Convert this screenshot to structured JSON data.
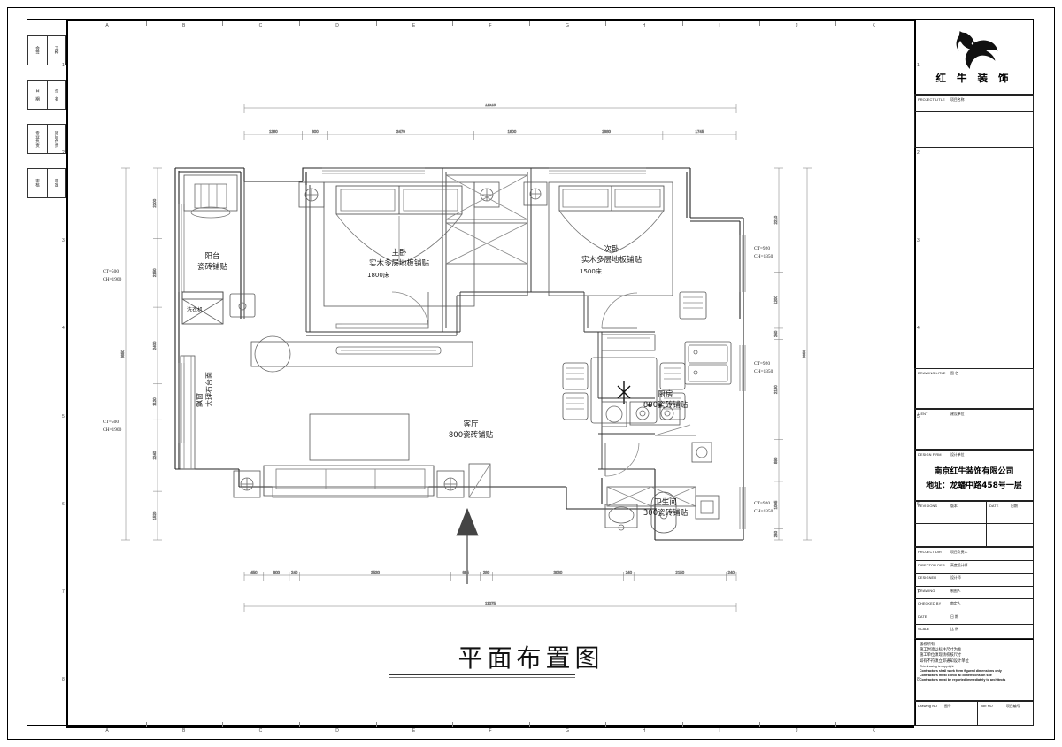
{
  "sheet": {
    "main_title": "平面布置图",
    "grid_letters": [
      "A",
      "B",
      "C",
      "D",
      "E",
      "F",
      "G",
      "H",
      "I",
      "J",
      "K"
    ],
    "grid_numbers": [
      "1",
      "2",
      "3",
      "4",
      "5",
      "6",
      "7",
      "8"
    ]
  },
  "logo": {
    "company_cn": "红 牛 装 饰",
    "mark_name": "bull-logo-icon"
  },
  "stamps": [
    {
      "left": "会签",
      "right": "工种"
    },
    {
      "left": "日 期",
      "right": "签 名"
    },
    {
      "left": "专业负责",
      "right": "项目负责"
    },
    {
      "left": "审核",
      "right": "审定"
    }
  ],
  "title_block": {
    "rows": [
      {
        "label": "PROJECT LITLE",
        "value": "项目名称"
      },
      {
        "label": "DRAWING LITLE",
        "value": "图 名"
      },
      {
        "label": "LIENT",
        "value": "建设单位"
      },
      {
        "label": "DESIGN FIRM",
        "value": "设计单位"
      }
    ],
    "firm_line1": "南京红牛装饰有限公司",
    "firm_line2": "地址：龙蟠中路458号一层",
    "revisions_label": "REVISIONS",
    "revisions_value": "版本",
    "date_label": "DATE",
    "date_value": "日期",
    "staff_rows": [
      {
        "label": "PROJECT DIR",
        "value": "项目负责人"
      },
      {
        "label": "DIRECTOR DER",
        "value": "高度设计师"
      },
      {
        "label": "DESIGNER",
        "value": "设计师"
      },
      {
        "label": "DRAWING",
        "value": "制图人"
      },
      {
        "label": "CHECKED BY",
        "value": "审定人"
      },
      {
        "label": "DATE",
        "value": "日   期"
      },
      {
        "label": "SCALE",
        "value": "比   例"
      }
    ],
    "notes_cn": [
      "版权所有",
      "施工时须以标注尺寸为准",
      "施工单位须现场校核尺寸",
      "如有不符须立即通知设计单位"
    ],
    "notes_en": [
      "This drawing is copyright",
      "Contractors shall work form figured dimensions only",
      "Contractors must check all dimensions on site",
      "Contractors must be reported immediately to architects"
    ],
    "drawing_no_label": "Drawing NO",
    "drawing_no_value": "图号",
    "job_no_label": "Job NO",
    "job_no_value": "项目编号"
  },
  "plan": {
    "rooms": [
      {
        "name": "balcony",
        "label": "阳台",
        "material": "瓷砖铺贴",
        "note": ""
      },
      {
        "name": "master-bedroom",
        "label": "主卧",
        "material": "实木多层地板铺贴",
        "note": "1800床"
      },
      {
        "name": "second-bedroom",
        "label": "次卧",
        "material": "实木多层地板铺贴",
        "note": "1500床"
      },
      {
        "name": "living-room",
        "label": "客厅",
        "material": "800瓷砖铺贴",
        "note": ""
      },
      {
        "name": "kitchen",
        "label": "厨房",
        "material": "800瓷砖铺贴",
        "note": ""
      },
      {
        "name": "bathroom",
        "label": "卫生间",
        "material": "300瓷砖铺贴",
        "note": ""
      }
    ],
    "appliances": [
      {
        "name": "washing-machine",
        "label": "洗衣机"
      }
    ],
    "bay_window": {
      "line1": "飘窗",
      "line2": "大理石台面"
    },
    "window_tags": [
      {
        "id": "wt-left-upper",
        "ct": "CT=500",
        "ch": "CH=1900"
      },
      {
        "id": "wt-left-lower",
        "ct": "CT=500",
        "ch": "CH=1900"
      },
      {
        "id": "wt-bed2",
        "ct": "CT=920",
        "ch": "CH=1350"
      },
      {
        "id": "wt-kitchen",
        "ct": "CT=920",
        "ch": "CH=1350"
      },
      {
        "id": "wt-bath",
        "ct": "CT=920",
        "ch": "CH=1350"
      }
    ],
    "dimensions": {
      "top_overall": "11315",
      "top_chain": [
        "1380",
        "600",
        "3470",
        "1800",
        "2680",
        "1745"
      ],
      "bottom_overall": "11075",
      "bottom_chain": [
        "450",
        "600",
        "240",
        "3530",
        "685",
        "280",
        "3060",
        "240",
        "2150",
        "240"
      ],
      "left_overall": "8650",
      "left_chain": [
        "2200",
        "2150",
        "2400",
        "1120",
        "2240",
        "1520"
      ],
      "right_overall": "8650",
      "right_chain": [
        "2210",
        "1200",
        "240",
        "2130",
        "890",
        "1005",
        "240"
      ]
    }
  }
}
